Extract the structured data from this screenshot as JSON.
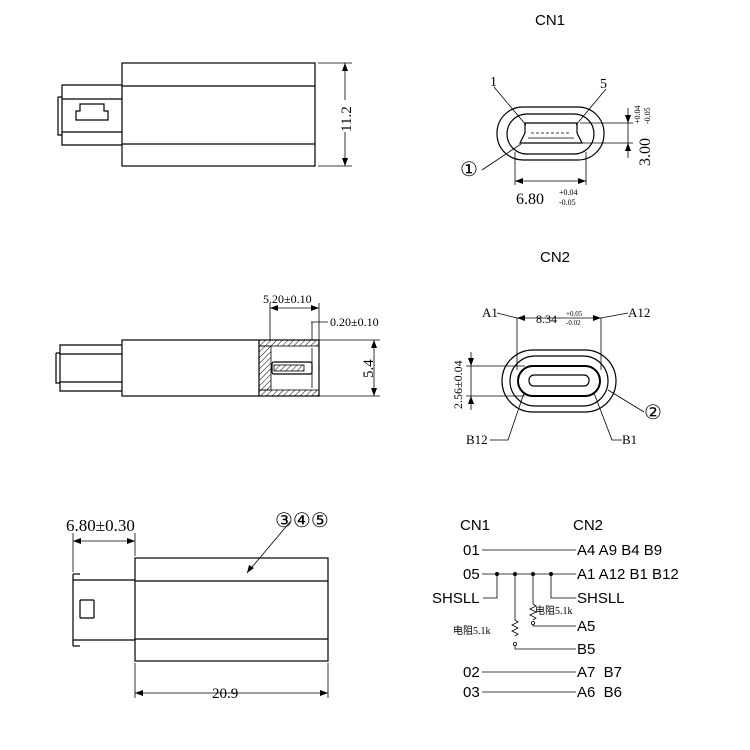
{
  "views": {
    "cn1_title": "CN1",
    "cn2_title": "CN2"
  },
  "dims": {
    "height_11_2": "11.2",
    "cn1_width": "6.80",
    "cn1_width_tol_plus": "+0.04",
    "cn1_width_tol_minus": "-0.05",
    "cn1_height": "3.00",
    "cn1_height_tol_plus": "+0.04",
    "cn1_height_tol_minus": "-0.05",
    "pin_1": "1",
    "pin_5": "5",
    "callout_1": "①",
    "depth_5_20": "5.20±0.10",
    "wall_0_20": "0.20±0.10",
    "height_5_4": "5.4",
    "cn2_width": "8.34",
    "cn2_width_tol_plus": "+0.05",
    "cn2_width_tol_minus": "-0.02",
    "cn2_height": "2.56±0.04",
    "pin_a1": "A1",
    "pin_a12": "A12",
    "pin_b12": "B12",
    "pin_b1": "B1",
    "callout_2": "②",
    "plug_width": "6.80±0.30",
    "callout_345": "③④⑤",
    "length_20_9": "20.9"
  },
  "wiring": {
    "header_cn1": "CN1",
    "header_cn2": "CN2",
    "rows": [
      {
        "left": "01",
        "right": "A4 A9 B4 B9"
      },
      {
        "left": "05",
        "right": "A1 A12 B1 B12"
      },
      {
        "left": "SHSLL",
        "right": "SHSLL"
      },
      {
        "left": "",
        "right": "A5"
      },
      {
        "left": "",
        "right": "B5"
      },
      {
        "left": "02",
        "right": "A7  B7"
      },
      {
        "left": "03",
        "right": "A6  B6"
      }
    ],
    "resistor_upper": "电阻5.1k",
    "resistor_lower": "电阻5.1k"
  }
}
